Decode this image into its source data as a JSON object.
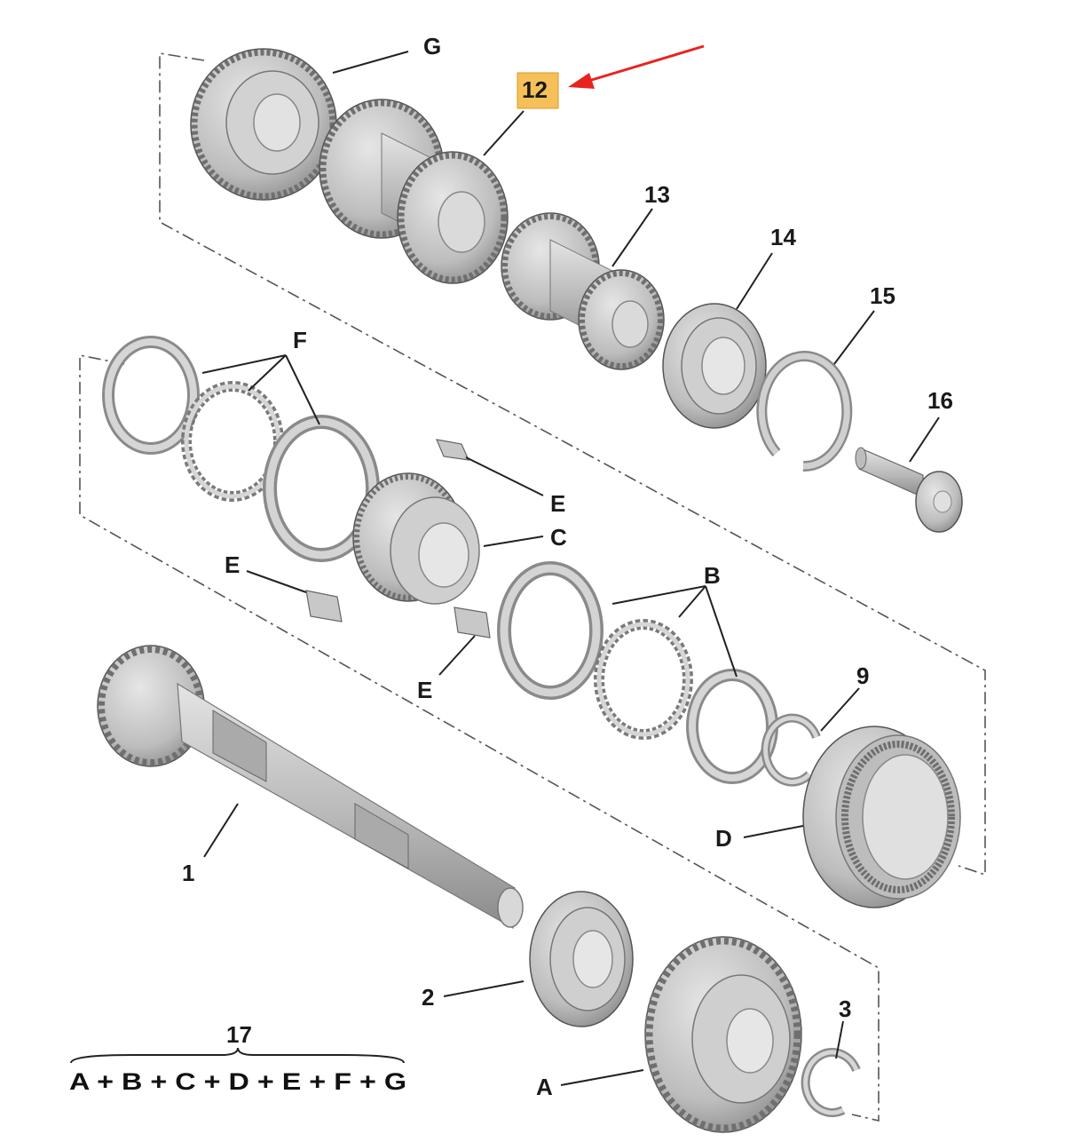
{
  "callouts": {
    "G": "G",
    "n12": "12",
    "n13": "13",
    "n14": "14",
    "n15": "15",
    "n16": "16",
    "F": "F",
    "E_top": "E",
    "C": "C",
    "E_left": "E",
    "B": "B",
    "E_bottom": "E",
    "n9": "9",
    "D": "D",
    "n1": "1",
    "n2": "2",
    "n3": "3",
    "A": "A",
    "n17": "17"
  },
  "kit_formula": "A + B + C + D + E + F + G",
  "colors": {
    "highlight_box": "#f5c05a",
    "arrow": "#e8231f",
    "part_fill": "#c8c8c8",
    "part_shade": "#9a9a9a",
    "line": "#222222"
  },
  "icons": {
    "highlight_arrow": "red-arrow-icon"
  }
}
